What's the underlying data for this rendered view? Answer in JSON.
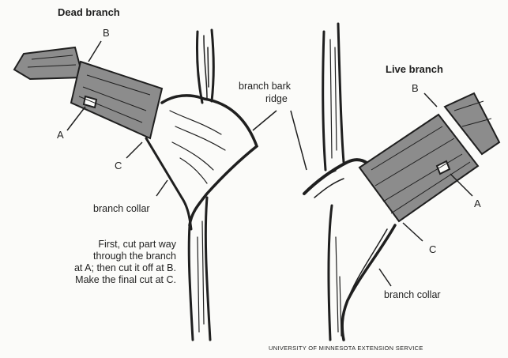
{
  "left_panel": {
    "title": "Dead branch",
    "label_b": "B",
    "label_a": "A",
    "label_c": "C",
    "collar": "branch collar",
    "instructions": [
      "First, cut part way",
      "through the branch",
      "at A; then cut it off at B.",
      "Make the final cut at C."
    ]
  },
  "right_panel": {
    "title": "Live branch",
    "label_b": "B",
    "label_a": "A",
    "label_c": "C",
    "ridge_line1": "branch bark",
    "ridge_line2": "ridge",
    "collar": "branch collar"
  },
  "credit": "UNIVERSITY OF MINNESOTA EXTENSION SERVICE",
  "colors": {
    "ink": "#1f1f1f",
    "fill": "#8c8c8c",
    "paper": "#fbfbf9"
  }
}
